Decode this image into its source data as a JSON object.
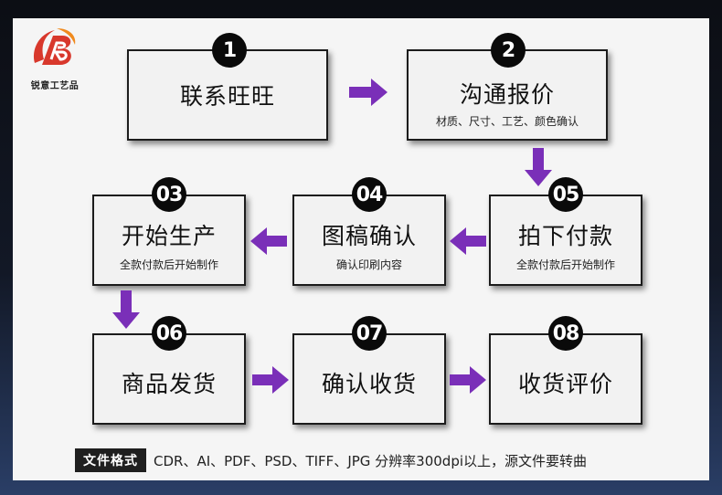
{
  "brand": {
    "name": "锐意工艺品",
    "colors": {
      "red": "#d8382c",
      "orange": "#f08a1e",
      "purple": "#7a2fb8"
    }
  },
  "steps": [
    {
      "num": "1",
      "title": "联系旺旺",
      "sub": ""
    },
    {
      "num": "2",
      "title": "沟通报价",
      "sub": "材质、尺寸、工艺、颜色确认"
    },
    {
      "num": "03",
      "title": "开始生产",
      "sub": "全款付款后开始制作"
    },
    {
      "num": "04",
      "title": "图稿确认",
      "sub": "确认印刷内容"
    },
    {
      "num": "05",
      "title": "拍下付款",
      "sub": "全款付款后开始制作"
    },
    {
      "num": "06",
      "title": "商品发货",
      "sub": ""
    },
    {
      "num": "07",
      "title": "确认收货",
      "sub": ""
    },
    {
      "num": "08",
      "title": "收货评价",
      "sub": ""
    }
  ],
  "footer": {
    "label": "文件格式",
    "text": "CDR、AI、PDF、PSD、TIFF、JPG 分辨率300dpi以上，源文件要转曲"
  }
}
